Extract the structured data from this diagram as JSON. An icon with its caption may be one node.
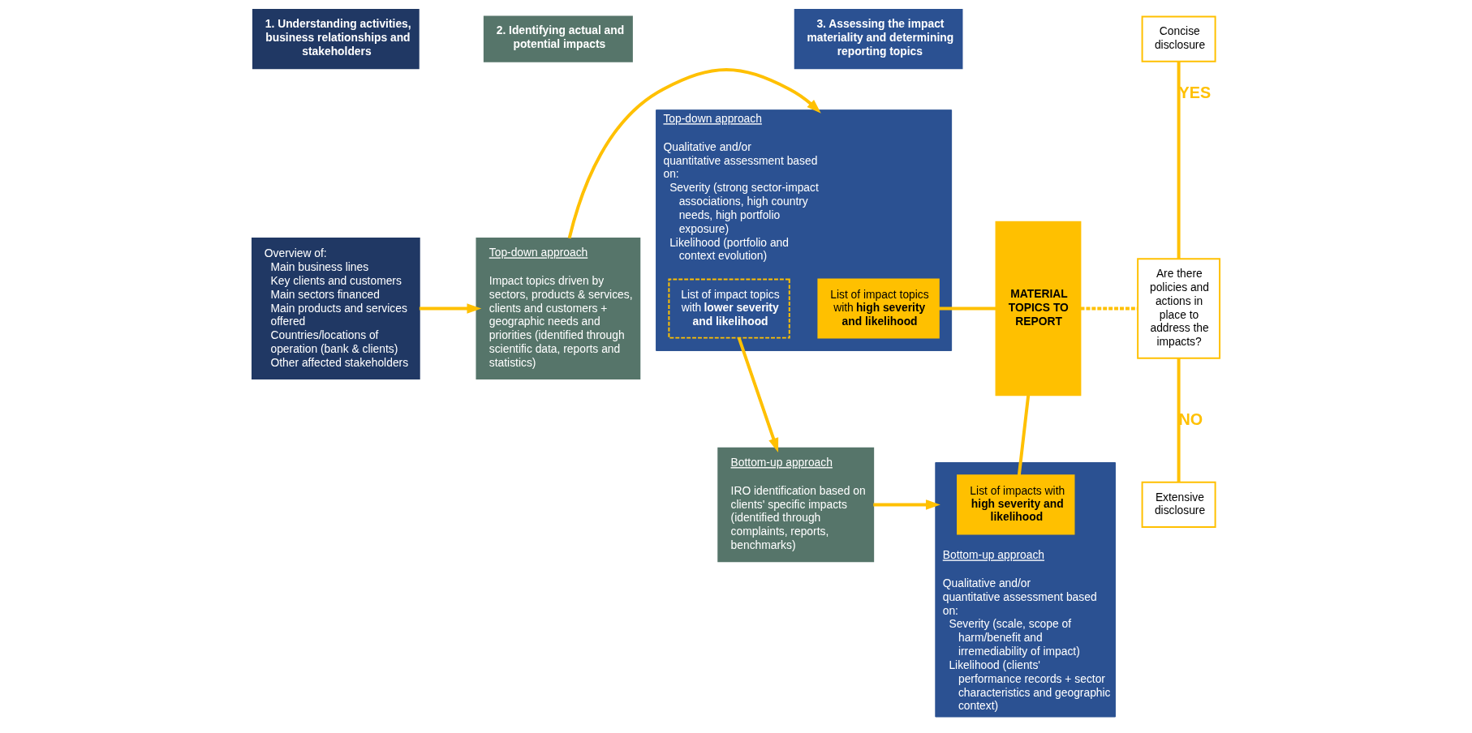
{
  "diagram": {
    "nodes": [
      {
        "text": [
          "1. Understanding activities, business relationships and stakeholders"
        ]
      },
      {
        "text": [
          "2. Identifying actual and potential impacts"
        ]
      },
      {
        "text": [
          "3. Assessing the impact materiality and determining reporting topics"
        ]
      },
      {
        "text": [
          "Overview of:",
          "Main business lines",
          "Key clients and customers",
          "Main sectors financed",
          "Main products and services offered",
          "Countries/locations of operation (bank & clients)",
          "Other affected stakeholders"
        ]
      },
      {
        "text": [
          "Top-down approach",
          "Impact topics driven by sectors, products & services, clients and customers + geographic needs and priorities (identified through scientific data, reports and statistics)"
        ]
      },
      {
        "text": [
          "Top-down approach",
          "Qualitative and/or quantitative assessment based on:",
          "Severity (strong sector-impact associations, high country needs, high portfolio exposure)",
          "Likelihood (portfolio and context evolution)"
        ]
      },
      {
        "text": [
          "List of impact topics with **high severity and likelihood**"
        ],
        "in": 5
      },
      {
        "text": [
          "List of impact topics with **lower severity and likelihood**"
        ],
        "in": 5
      },
      {
        "text": [
          "Bottom-up approach",
          "IRO identification based on clients' specific impacts (identified through complaints, reports, benchmarks)"
        ]
      },
      {
        "text": [
          "Bottom-up approach",
          "Qualitative and/or quantitative assessment based on:",
          "Severity (scale, scope of harm/benefit and irremediability of impact)",
          "Likelihood (clients' performance records + sector characteristics and geographic context)"
        ]
      },
      {
        "text": [
          "List of impacts with **high severity and likelihood**"
        ],
        "in": 9
      },
      {
        "text": [
          "MATERIAL TOPICS TO REPORT"
        ]
      },
      {
        "text": [
          "Concise disclosure"
        ]
      },
      {
        "text": [
          "Are there policies and actions in place to address the impacts?"
        ]
      },
      {
        "text": [
          "Extensive disclosure"
        ]
      }
    ],
    "edges": [
      {
        "from": 3,
        "to": 4,
        "arrow": "to"
      },
      {
        "from": 4,
        "to": 5,
        "arrow": "to"
      },
      {
        "from": 7,
        "to": 8,
        "arrow": "to"
      },
      {
        "from": 8,
        "to": 9,
        "arrow": "to"
      },
      {
        "from": 6,
        "to": 11,
        "arrow": "none"
      },
      {
        "from": 10,
        "to": 11,
        "arrow": "none"
      },
      {
        "from": 11,
        "to": 13,
        "arrow": "none",
        "style": "dashed"
      },
      {
        "from": 13,
        "to": 12,
        "arrow": "none",
        "label": "YES"
      },
      {
        "from": 13,
        "to": 14,
        "arrow": "none",
        "label": "NO"
      }
    ]
  }
}
